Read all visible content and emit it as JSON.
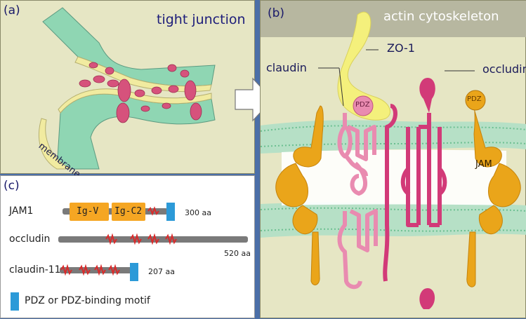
{
  "panel_a": {
    "label": "(a)",
    "title": "tight junction",
    "membrane_label": "membrane"
  },
  "panel_b": {
    "label": "(b)",
    "actin_label": "actin cytoskeleton",
    "zo1_label": "ZO-1",
    "claudin_label": "claudin",
    "occludin_label": "occludin",
    "pdz_left": "PDZ",
    "pdz_right": "PDZ",
    "jam_label": "JAM"
  },
  "panel_c": {
    "label": "(c)",
    "rows": [
      {
        "name": "JAM1",
        "size": "300 aa"
      },
      {
        "name": "occludin",
        "size": "520 aa"
      },
      {
        "name": "claudin-11",
        "size": "207 aa"
      }
    ],
    "domains": {
      "igv": "Ig-V",
      "igc2": "Ig-C2"
    },
    "legend": "PDZ or PDZ-binding motif"
  },
  "colors": {
    "background_beige": "#e6e6c4",
    "actin_band": "#b7b7a0",
    "zo1_yellow": "#f4f07c",
    "occludin_magenta": "#d23a78",
    "claudin_pink": "#e98bb0",
    "jam_orange": "#eaa51a",
    "membrane_green": "#86cfa8",
    "pdz_blue": "#2c9ad8",
    "motif_red": "#d92b2b",
    "igv_orange": "#f5a623"
  }
}
